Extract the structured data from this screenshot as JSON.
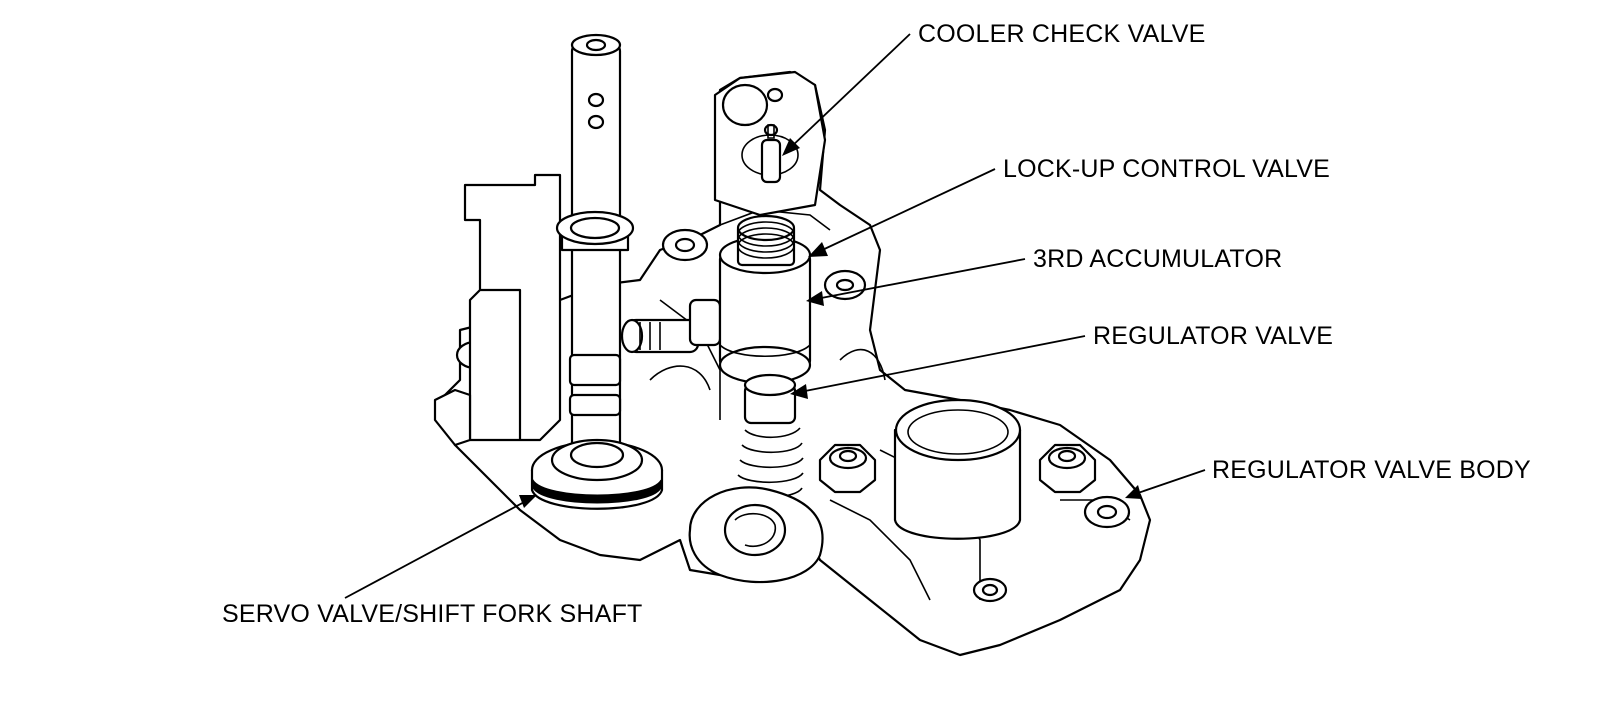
{
  "labels": {
    "cooler_check_valve": "COOLER CHECK VALVE",
    "lock_up_control_valve": "LOCK-UP CONTROL VALVE",
    "third_accumulator": "3RD ACCUMULATOR",
    "regulator_valve": "REGULATOR VALVE",
    "regulator_valve_body": "REGULATOR VALVE BODY",
    "servo_valve_shift_fork_shaft": "SERVO VALVE/SHIFT FORK SHAFT"
  },
  "colors": {
    "line": "#000000",
    "background": "#ffffff"
  }
}
